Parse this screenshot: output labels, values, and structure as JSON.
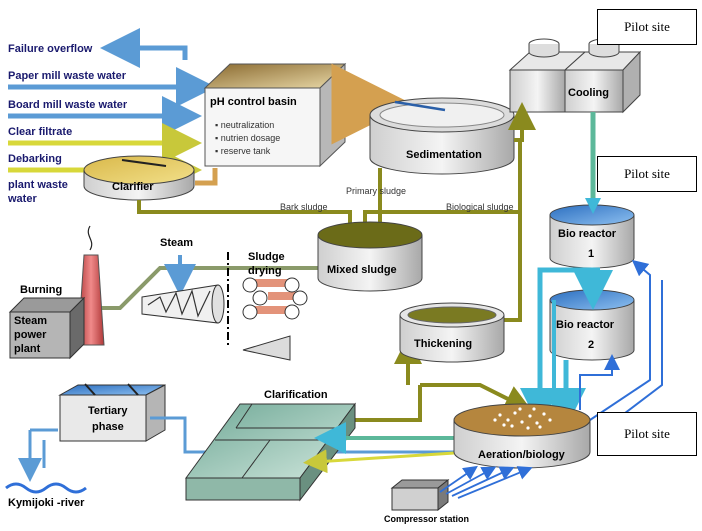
{
  "inputs": {
    "failure_overflow": "Failure overflow",
    "paper_mill": "Paper mill waste water",
    "board_mill": "Board mill waste water",
    "clear_filtrate": "Clear filtrate",
    "debarking": "Debarking",
    "plant_waste": "plant waste",
    "water": "water"
  },
  "units": {
    "ph_basin": "pH control basin",
    "ph_items": [
      "neutralization",
      "nutrien dosage",
      "reserve tank"
    ],
    "clarifier": "Clarifier",
    "sedimentation": "Sedimentation",
    "cooling": "Cooling",
    "mixed_sludge": "Mixed sludge",
    "thickening": "Thickening",
    "bio_reactor_1a": "Bio reactor",
    "bio_reactor_1b": "1",
    "bio_reactor_2a": "Bio reactor",
    "bio_reactor_2b": "2",
    "steam": "Steam",
    "sludge_drying_1": "Sludge",
    "sludge_drying_2": "drying",
    "burning": "Burning",
    "steam_power_1": "Steam",
    "steam_power_2": "power",
    "steam_power_3": "plant",
    "clarification": "Clarification",
    "tertiary_1": "Tertiary",
    "tertiary_2": "phase",
    "aeration": "Aeration/biology",
    "compressor": "Compressor station",
    "river": "Kymijoki -river"
  },
  "flows": {
    "bark_sludge": "Bark sludge",
    "primary_sludge": "Primary sludge",
    "biological_sludge": "Biological sludge"
  },
  "pilot_sites": [
    "Pilot site",
    "Pilot site",
    "Pilot site"
  ],
  "colors": {
    "water_blue": "#5b9bd5",
    "sludge_olive": "#8a8a1e",
    "filtrate_yellow": "#d8d83a",
    "feed_orange": "#d4a050",
    "cyan": "#3fb8d8",
    "river_blue": "#2f6fd8"
  }
}
